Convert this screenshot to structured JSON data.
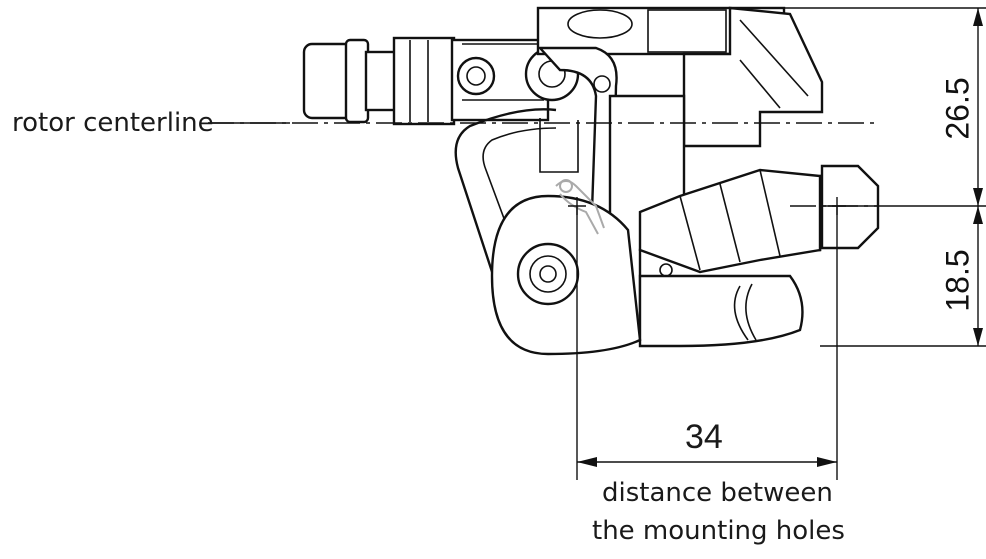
{
  "labels": {
    "rotor_centerline": "rotor centerline",
    "dim_horizontal": "34",
    "dim_top": "26.5",
    "dim_bottom": "18.5",
    "caption_line1": "distance between",
    "caption_line2": "the mounting holes"
  },
  "colors": {
    "line": "#111111",
    "highlight": "#aaaaaa",
    "background": "#ffffff"
  }
}
